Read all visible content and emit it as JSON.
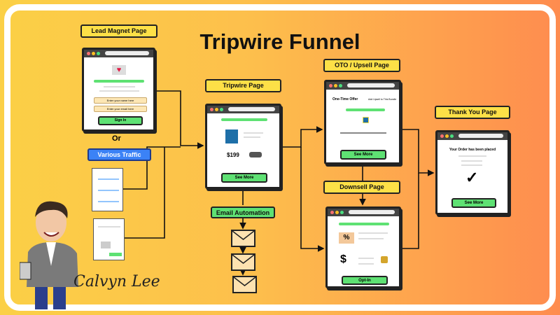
{
  "title": "Tripwire Funnel",
  "lead_magnet": {
    "label": "Lead Magnet Page",
    "name_placeholder": "Enter your name here",
    "email_placeholder": "Enter your email here",
    "button": "Sign In"
  },
  "or_text": "Or",
  "traffic": {
    "label": "Various Traffic"
  },
  "tripwire": {
    "label": "Tripwire  Page",
    "price": "$199",
    "button": "See More"
  },
  "email": {
    "label": "Email Automation"
  },
  "oto": {
    "label": "OTO / Upsell Page",
    "heading": "One-Time Offer",
    "subheading": "Add Upsell to This Bundle",
    "button": "See More"
  },
  "downsell": {
    "label": "Downsell Page",
    "button": "Opt-In",
    "percent": "%",
    "dollar": "$"
  },
  "thankyou": {
    "label": "Thank You Page",
    "heading": "Your Order has been placed",
    "button": "See More",
    "check": "✓"
  },
  "signature": "Calvyn Lee",
  "colors": {
    "label": "#fde047",
    "button": "#5ee173",
    "traffic": "#3b82f6"
  }
}
